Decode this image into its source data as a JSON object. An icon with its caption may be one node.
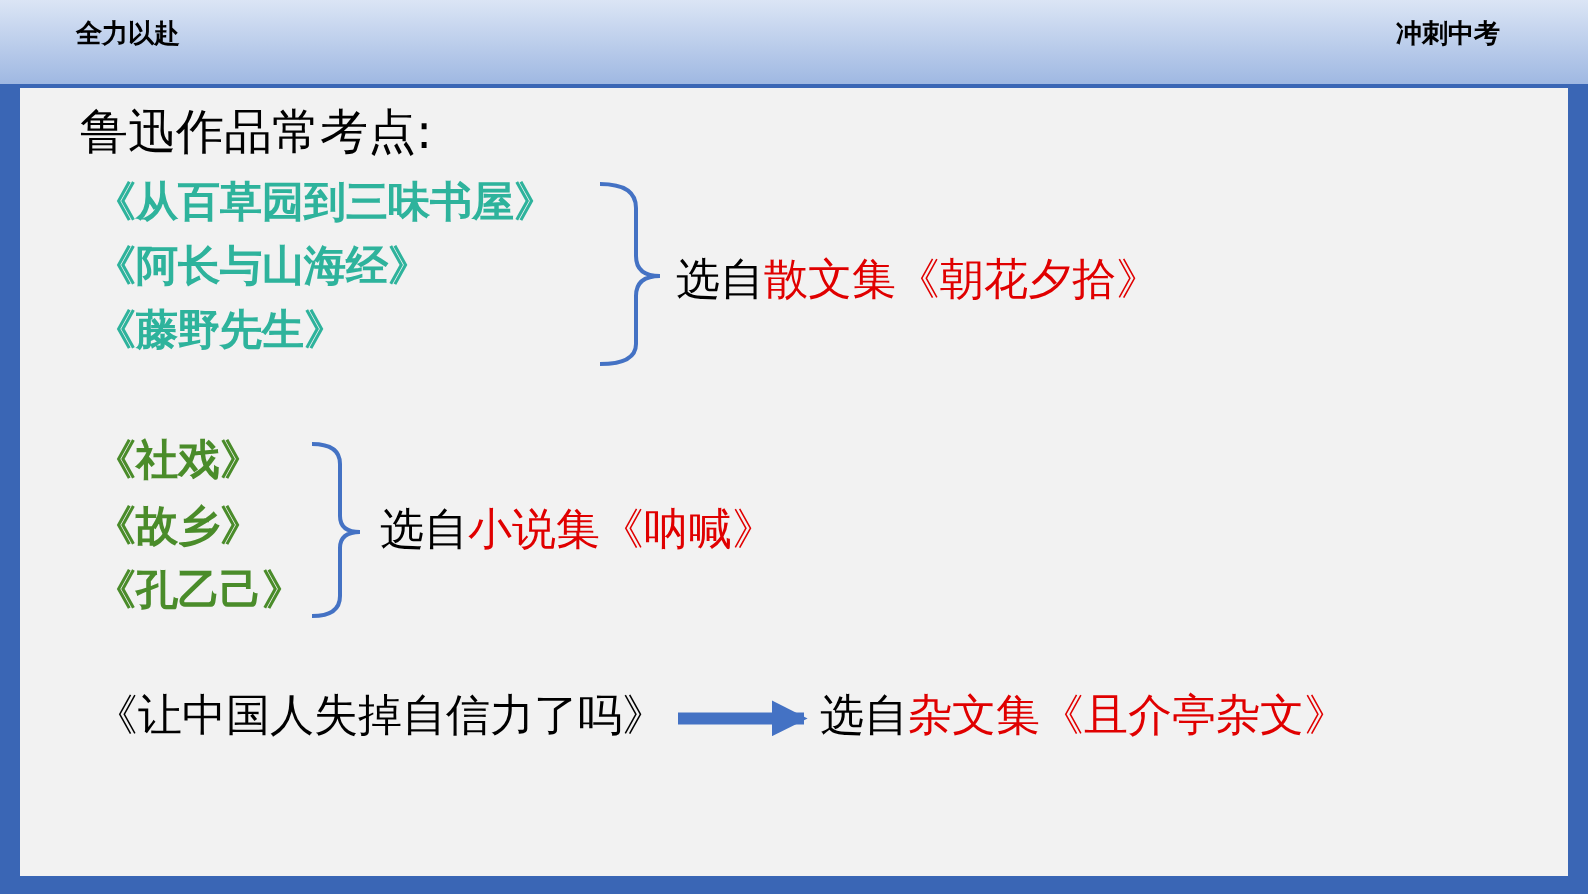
{
  "diagram": {
    "nodes": [
      {
        "text": [
          "《从百草园到三味书屋》"
        ]
      },
      {
        "text": [
          "《阿长与山海经》"
        ]
      },
      {
        "text": [
          "《藤野先生》"
        ]
      },
      {
        "text": [
          "选自",
          "散文集《朝花夕拾》"
        ]
      },
      {
        "text": [
          "《社戏》"
        ]
      },
      {
        "text": [
          "《故乡》"
        ]
      },
      {
        "text": [
          "《孔乙己》"
        ]
      },
      {
        "text": [
          "选自",
          "小说集《呐喊》"
        ]
      },
      {
        "text": [
          "《让中国人失掉自信力了吗》"
        ]
      },
      {
        "text": [
          "选自",
          "杂文集《且介亭杂文》"
        ]
      }
    ],
    "edges": [
      {
        "from": 8,
        "to": 9,
        "arrow": "to"
      }
    ],
    "labels": [
      "全力以赴",
      "冲刺中考",
      "鲁迅作品常考点:"
    ]
  }
}
